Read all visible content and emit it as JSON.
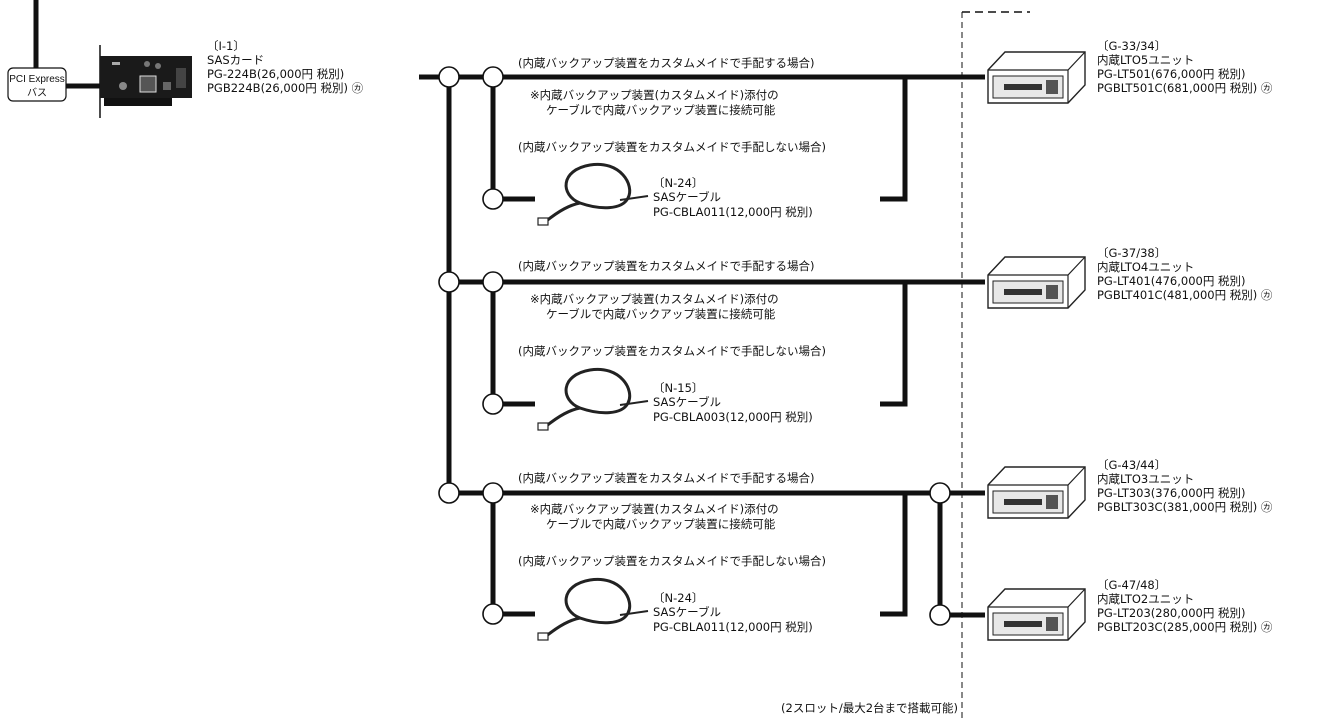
{
  "bus": {
    "line1": "PCI Express",
    "line2": "バス"
  },
  "card": {
    "ref": "〔I-1〕",
    "name": "SASカード",
    "line1": "PG-224B(26,000円 税別)",
    "line2": "PGB224B(26,000円 税別) ㋕"
  },
  "groups": [
    {
      "custom_label": "(内蔵バックアップ装置をカスタムメイドで手配する場合)",
      "note1": "※内蔵バックアップ装置(カスタムメイド)添付の",
      "note2": "ケーブルで内蔵バックアップ装置に接続可能",
      "noncustom_label": "(内蔵バックアップ装置をカスタムメイドで手配しない場合)",
      "cable": {
        "ref": "〔N-24〕",
        "name": "SASケーブル",
        "price": "PG-CBLA011(12,000円 税別)"
      }
    },
    {
      "custom_label": "(内蔵バックアップ装置をカスタムメイドで手配する場合)",
      "note1": "※内蔵バックアップ装置(カスタムメイド)添付の",
      "note2": "ケーブルで内蔵バックアップ装置に接続可能",
      "noncustom_label": "(内蔵バックアップ装置をカスタムメイドで手配しない場合)",
      "cable": {
        "ref": "〔N-15〕",
        "name": "SASケーブル",
        "price": "PG-CBLA003(12,000円 税別)"
      }
    },
    {
      "custom_label": "(内蔵バックアップ装置をカスタムメイドで手配する場合)",
      "note1": "※内蔵バックアップ装置(カスタムメイド)添付の",
      "note2": "ケーブルで内蔵バックアップ装置に接続可能",
      "noncustom_label": "(内蔵バックアップ装置をカスタムメイドで手配しない場合)",
      "cable": {
        "ref": "〔N-24〕",
        "name": "SASケーブル",
        "price": "PG-CBLA011(12,000円 税別)"
      }
    }
  ],
  "devices": [
    {
      "ref": "〔G-33/34〕",
      "name": "内蔵LTO5ユニット",
      "line1": "PG-LT501(676,000円 税別)",
      "line2": "PGBLT501C(681,000円 税別) ㋕"
    },
    {
      "ref": "〔G-37/38〕",
      "name": "内蔵LTO4ユニット",
      "line1": "PG-LT401(476,000円 税別)",
      "line2": "PGBLT401C(481,000円 税別) ㋕"
    },
    {
      "ref": "〔G-43/44〕",
      "name": "内蔵LTO3ユニット",
      "line1": "PG-LT303(376,000円 税別)",
      "line2": "PGBLT303C(381,000円 税別) ㋕"
    },
    {
      "ref": "〔G-47/48〕",
      "name": "内蔵LTO2ユニット",
      "line1": "PG-LT203(280,000円 税別)",
      "line2": "PGBLT203C(285,000円 税別) ㋕"
    }
  ],
  "footnote": "(2スロット/最大2台まで搭載可能)"
}
